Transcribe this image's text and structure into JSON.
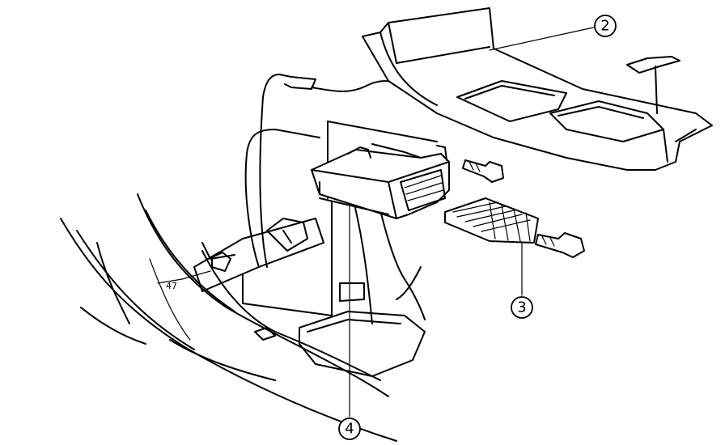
{
  "callouts": [
    {
      "id": "2",
      "label": "2"
    },
    {
      "id": "3",
      "label": "3"
    },
    {
      "id": "4",
      "label": "4"
    }
  ],
  "floor_marking": "47"
}
